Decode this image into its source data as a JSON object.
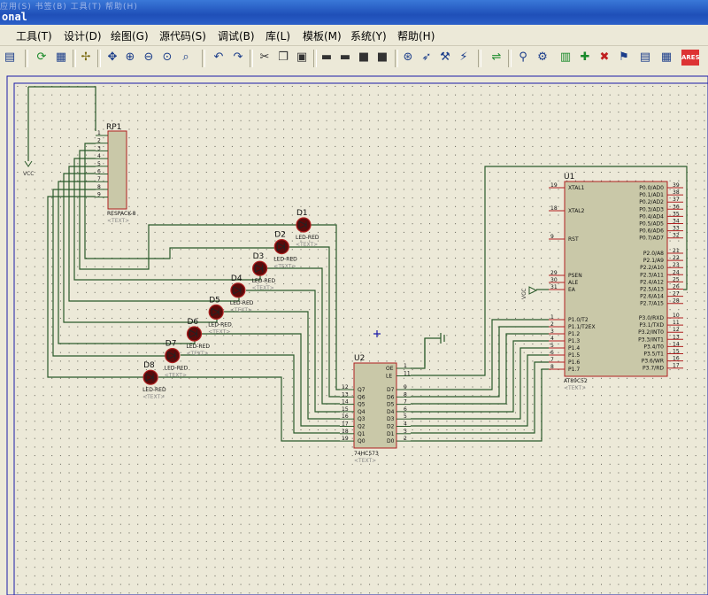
{
  "window": {
    "title": "onal",
    "ghost_menu": "应用(S)   书签(B)   工具(T)   帮助(H)"
  },
  "menu": [
    {
      "label": "工具(T)"
    },
    {
      "label": "设计(D)"
    },
    {
      "label": "绘图(G)"
    },
    {
      "label": "源代码(S)"
    },
    {
      "label": "调试(B)"
    },
    {
      "label": "库(L)"
    },
    {
      "label": "模板(M)"
    },
    {
      "label": "系统(Y)"
    },
    {
      "label": "帮助(H)"
    }
  ],
  "toolbar_icons": [
    "save-icon",
    "refresh-icon",
    "grid-icon",
    "origin-icon",
    "pan-icon",
    "zoom-in-icon",
    "zoom-out-icon",
    "zoom-all-icon",
    "zoom-area-icon",
    "undo-icon",
    "redo-icon",
    "cut-icon",
    "copy-icon",
    "paste-icon",
    "block-copy-icon",
    "block-move-icon",
    "block-rotate-icon",
    "block-delete-icon",
    "pick-device-icon",
    "make-device-icon",
    "package-tool-icon",
    "decompose-icon",
    "wire-autoroute-icon",
    "search-icon",
    "property-assign-icon",
    "new-sheet-icon",
    "remove-sheet-icon",
    "exit-to-parent-icon",
    "bill-of-materials-icon",
    "electrical-rules-icon",
    "ares-icon"
  ],
  "schematic": {
    "rp1": {
      "ref": "RP1",
      "value": "RESPACK-8",
      "text": "<TEXT>",
      "pins": [
        "1",
        "2",
        "3",
        "4",
        "5",
        "6",
        "7",
        "8",
        "9"
      ]
    },
    "vcc_left": "VCC",
    "vcc_right": "VCC",
    "leds": [
      {
        "ref": "D1",
        "value": "LED-RED",
        "text": "<TEXT>"
      },
      {
        "ref": "D2",
        "value": "LED-RED",
        "text": "<TEXT>"
      },
      {
        "ref": "D3",
        "value": "LED-RED",
        "text": "<TEXT>"
      },
      {
        "ref": "D4",
        "value": "LED-RED",
        "text": "<TEXT>"
      },
      {
        "ref": "D5",
        "value": "LED-RED",
        "text": "<TEXT>"
      },
      {
        "ref": "D6",
        "value": "LED-RED",
        "text": "<TEXT>"
      },
      {
        "ref": "D7",
        "value": "LED-RED",
        "text": "<TEXT>"
      },
      {
        "ref": "D8",
        "value": "LED-RED",
        "text": "<TEXT>"
      }
    ],
    "u2": {
      "ref": "U2",
      "value": "74HC573",
      "text": "<TEXT>",
      "left_pins": [
        {
          "num": "12",
          "name": "Q7"
        },
        {
          "num": "13",
          "name": "Q6"
        },
        {
          "num": "14",
          "name": "Q5"
        },
        {
          "num": "15",
          "name": "Q4"
        },
        {
          "num": "16",
          "name": "Q3"
        },
        {
          "num": "17",
          "name": "Q2"
        },
        {
          "num": "18",
          "name": "Q1"
        },
        {
          "num": "19",
          "name": "Q0"
        }
      ],
      "top_right_pins": [
        {
          "num": "1",
          "name": "OE"
        },
        {
          "num": "11",
          "name": "LE"
        }
      ],
      "right_pins": [
        {
          "num": "9",
          "name": "D7"
        },
        {
          "num": "8",
          "name": "D6"
        },
        {
          "num": "7",
          "name": "D5"
        },
        {
          "num": "6",
          "name": "D4"
        },
        {
          "num": "5",
          "name": "D3"
        },
        {
          "num": "4",
          "name": "D2"
        },
        {
          "num": "3",
          "name": "D1"
        },
        {
          "num": "2",
          "name": "D0"
        }
      ]
    },
    "u1": {
      "ref": "U1",
      "value": "AT89C52",
      "text": "<TEXT>",
      "left_pins": [
        {
          "num": "19",
          "name": "XTAL1"
        },
        {
          "num": "18",
          "name": "XTAL2"
        },
        {
          "num": "9",
          "name": "RST"
        },
        {
          "num": "29",
          "name": "PSEN"
        },
        {
          "num": "30",
          "name": "ALE"
        },
        {
          "num": "31",
          "name": "EA"
        },
        {
          "num": "1",
          "name": "P1.0/T2"
        },
        {
          "num": "2",
          "name": "P1.1/T2EX"
        },
        {
          "num": "3",
          "name": "P1.2"
        },
        {
          "num": "4",
          "name": "P1.3"
        },
        {
          "num": "5",
          "name": "P1.4"
        },
        {
          "num": "6",
          "name": "P1.5"
        },
        {
          "num": "7",
          "name": "P1.6"
        },
        {
          "num": "8",
          "name": "P1.7"
        }
      ],
      "right_pins": [
        {
          "num": "39",
          "name": "P0.0/AD0"
        },
        {
          "num": "38",
          "name": "P0.1/AD1"
        },
        {
          "num": "37",
          "name": "P0.2/AD2"
        },
        {
          "num": "36",
          "name": "P0.3/AD3"
        },
        {
          "num": "35",
          "name": "P0.4/AD4"
        },
        {
          "num": "34",
          "name": "P0.5/AD5"
        },
        {
          "num": "33",
          "name": "P0.6/AD6"
        },
        {
          "num": "32",
          "name": "P0.7/AD7"
        },
        {
          "num": "21",
          "name": "P2.0/A8"
        },
        {
          "num": "22",
          "name": "P2.1/A9"
        },
        {
          "num": "23",
          "name": "P2.2/A10"
        },
        {
          "num": "24",
          "name": "P2.3/A11"
        },
        {
          "num": "25",
          "name": "P2.4/A12"
        },
        {
          "num": "26",
          "name": "P2.5/A13"
        },
        {
          "num": "27",
          "name": "P2.6/A14"
        },
        {
          "num": "28",
          "name": "P2.7/A15"
        },
        {
          "num": "10",
          "name": "P3.0/RXD"
        },
        {
          "num": "11",
          "name": "P3.1/TXD"
        },
        {
          "num": "12",
          "name": "P3.2/INT0"
        },
        {
          "num": "13",
          "name": "P3.3/INT1"
        },
        {
          "num": "14",
          "name": "P3.4/T0"
        },
        {
          "num": "15",
          "name": "P3.5/T1"
        },
        {
          "num": "16",
          "name": "P3.6/WR"
        },
        {
          "num": "17",
          "name": "P3.7/RD"
        }
      ]
    }
  }
}
